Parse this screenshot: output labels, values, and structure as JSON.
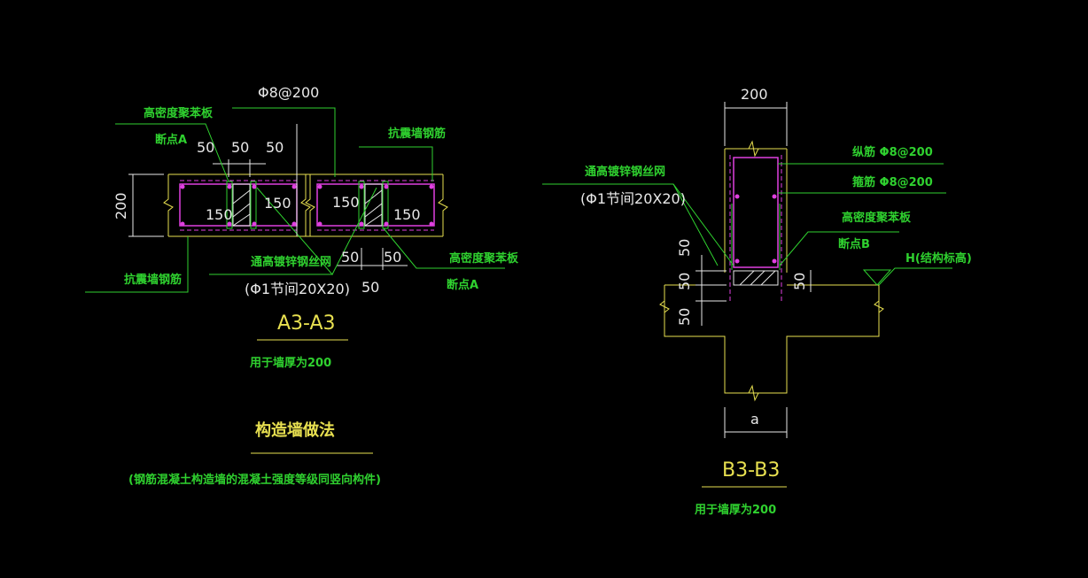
{
  "colors": {
    "background": "#000000",
    "wall": "#e8e050",
    "rebar": "#e040e0",
    "label": "#2fd12f",
    "dim": "#e8e8e8"
  },
  "a3": {
    "title": "A3-A3",
    "subtitle": "用于墙厚为200",
    "label_foam_board": "高密度聚苯板",
    "label_break_a": "断点A",
    "label_phi8": "Φ8@200",
    "label_seismic_top": "抗震墙钢筋",
    "label_seismic_bottom": "抗震墙钢筋",
    "label_mesh": "通高镀锌钢丝网",
    "label_mesh_spec": "(Φ1节间20X20)",
    "label_foam_board_2": "高密度聚苯板",
    "label_break_a_2": "断点A",
    "dim_50a": "50",
    "dim_50b": "50",
    "dim_50c": "50",
    "dim_200": "200",
    "dim_150a": "150",
    "dim_150b": "150",
    "dim_150c": "150",
    "dim_150d": "150",
    "dim_b50a": "50",
    "dim_b50b": "50",
    "dim_b50c": "50"
  },
  "method": {
    "title": "构造墙做法",
    "note": "(钢筋混凝土构造墙的混凝土强度等级同竖向构件)"
  },
  "b3": {
    "title": "B3-B3",
    "subtitle": "用于墙厚为200",
    "dim_200": "200",
    "label_long_bar": "纵筋 Φ8@200",
    "label_stirrup": "箍筋 Φ8@200",
    "label_mesh": "通高镀锌钢丝网",
    "label_mesh_spec": "(Φ1节间20X20)",
    "label_foam_board": "高密度聚苯板",
    "label_break_b": "断点B",
    "label_h": "H(结构标高)",
    "dim_50a": "50",
    "dim_50b": "50",
    "dim_50c": "50",
    "dim_50d": "50",
    "dim_a": "a"
  }
}
